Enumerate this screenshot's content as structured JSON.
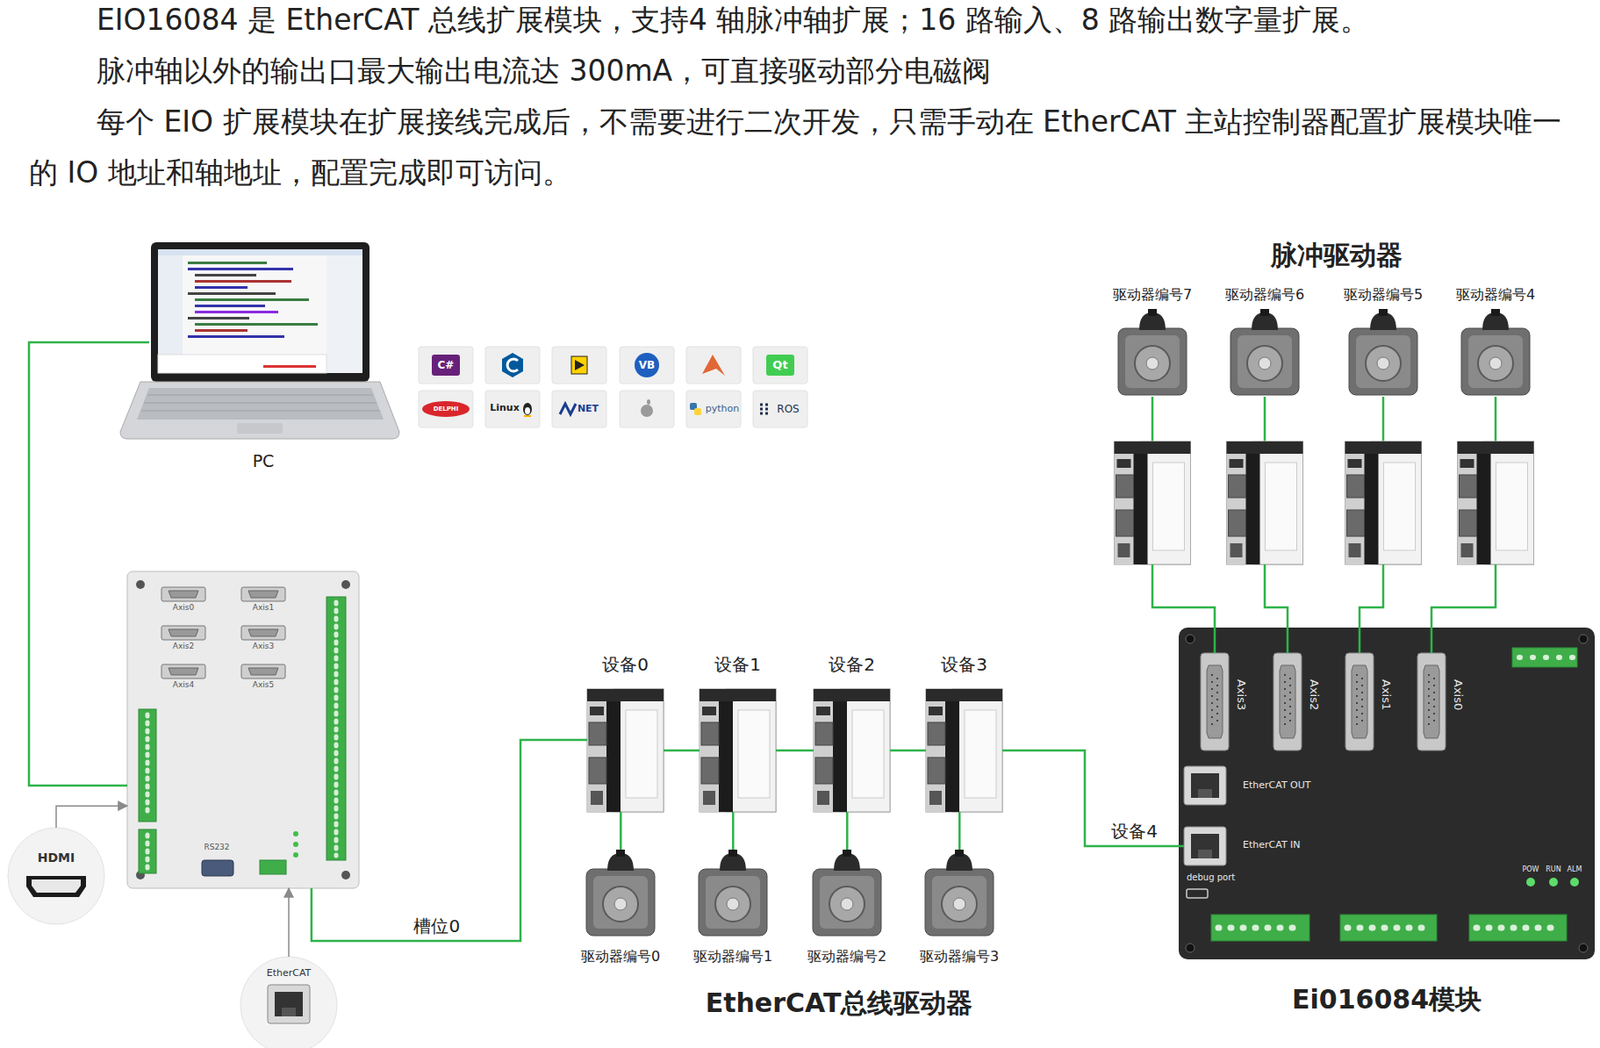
{
  "diagram": {
    "nodes": [
      {
        "text": [
          "PC"
        ]
      },
      {
        "text": [
          "Axis0",
          "Axis1",
          "Axis2",
          "Axis3",
          "Axis4",
          "Axis5",
          "RS232"
        ]
      },
      {
        "text": [
          "HDMI"
        ]
      },
      {
        "text": [
          "EtherCAT"
        ]
      },
      {
        "text": [
          "设备0"
        ]
      },
      {
        "text": [
          "设备1"
        ]
      },
      {
        "text": [
          "设备2"
        ]
      },
      {
        "text": [
          "设备3"
        ]
      },
      {
        "text": [
          "驱动器编号0"
        ]
      },
      {
        "text": [
          "驱动器编号1"
        ]
      },
      {
        "text": [
          "驱动器编号2"
        ]
      },
      {
        "text": [
          "驱动器编号3"
        ]
      },
      {
        "text": [
          "驱动器编号7"
        ]
      },
      {
        "text": [
          "驱动器编号6"
        ]
      },
      {
        "text": [
          "驱动器编号5"
        ]
      },
      {
        "text": [
          "驱动器编号4"
        ]
      },
      {
        "text": [
          "EtherCAT OUT",
          "debug port",
          "POW",
          "RUN",
          "ALM",
          "Ei016084模块"
        ]
      },
      {
        "text": [
          "Axis3"
        ],
        "in": 16
      },
      {
        "text": [
          "Axis2"
        ],
        "in": 16
      },
      {
        "text": [
          "Axis1"
        ],
        "in": 16
      },
      {
        "text": [
          "Axis0"
        ],
        "in": 16
      },
      {
        "text": [
          "EtherCAT IN"
        ],
        "in": 16
      }
    ],
    "edges": [
      {
        "from": 0,
        "to": 1,
        "arrow": "none"
      },
      {
        "from": 2,
        "to": 1,
        "arrow": "to"
      },
      {
        "from": 3,
        "to": 1,
        "arrow": "to"
      },
      {
        "from": 1,
        "to": 4,
        "label": "槽位0",
        "arrow": "none"
      },
      {
        "from": 4,
        "to": 5,
        "arrow": "none"
      },
      {
        "from": 5,
        "to": 6,
        "arrow": "none"
      },
      {
        "from": 6,
        "to": 7,
        "arrow": "none"
      },
      {
        "from": 7,
        "to": 21,
        "label": "设备4",
        "arrow": "none"
      },
      {
        "from": 4,
        "to": 8,
        "arrow": "none"
      },
      {
        "from": 5,
        "to": 9,
        "arrow": "none"
      },
      {
        "from": 6,
        "to": 10,
        "arrow": "none"
      },
      {
        "from": 7,
        "to": 11,
        "arrow": "none"
      },
      {
        "from": 17,
        "to": 12,
        "arrow": "none"
      },
      {
        "from": 18,
        "to": 13,
        "arrow": "none"
      },
      {
        "from": 19,
        "to": 14,
        "arrow": "none"
      },
      {
        "from": 20,
        "to": 15,
        "arrow": "none"
      }
    ],
    "labels": [
      "EIO16084 是 EtherCAT 总线扩展模块，支持4 轴脉冲轴扩展；16 路输入、8 路输出数字量扩展。",
      "脉冲轴以外的输出口最大输出电流达 300mA，可直接驱动部分电磁阀",
      "每个 EIO 扩展模块在扩展接线完成后，不需要进行二次开发，只需手动在 EtherCAT 主站控制器配置扩展模块唯一的 IO 地址和轴地址，配置完成即可访问。",
      "脉冲驱动器",
      "EtherCAT总线驱动器",
      "C#",
      "VB",
      "Qt",
      "DELPHI",
      "Linux",
      "NET",
      "python",
      "ROS"
    ]
  }
}
